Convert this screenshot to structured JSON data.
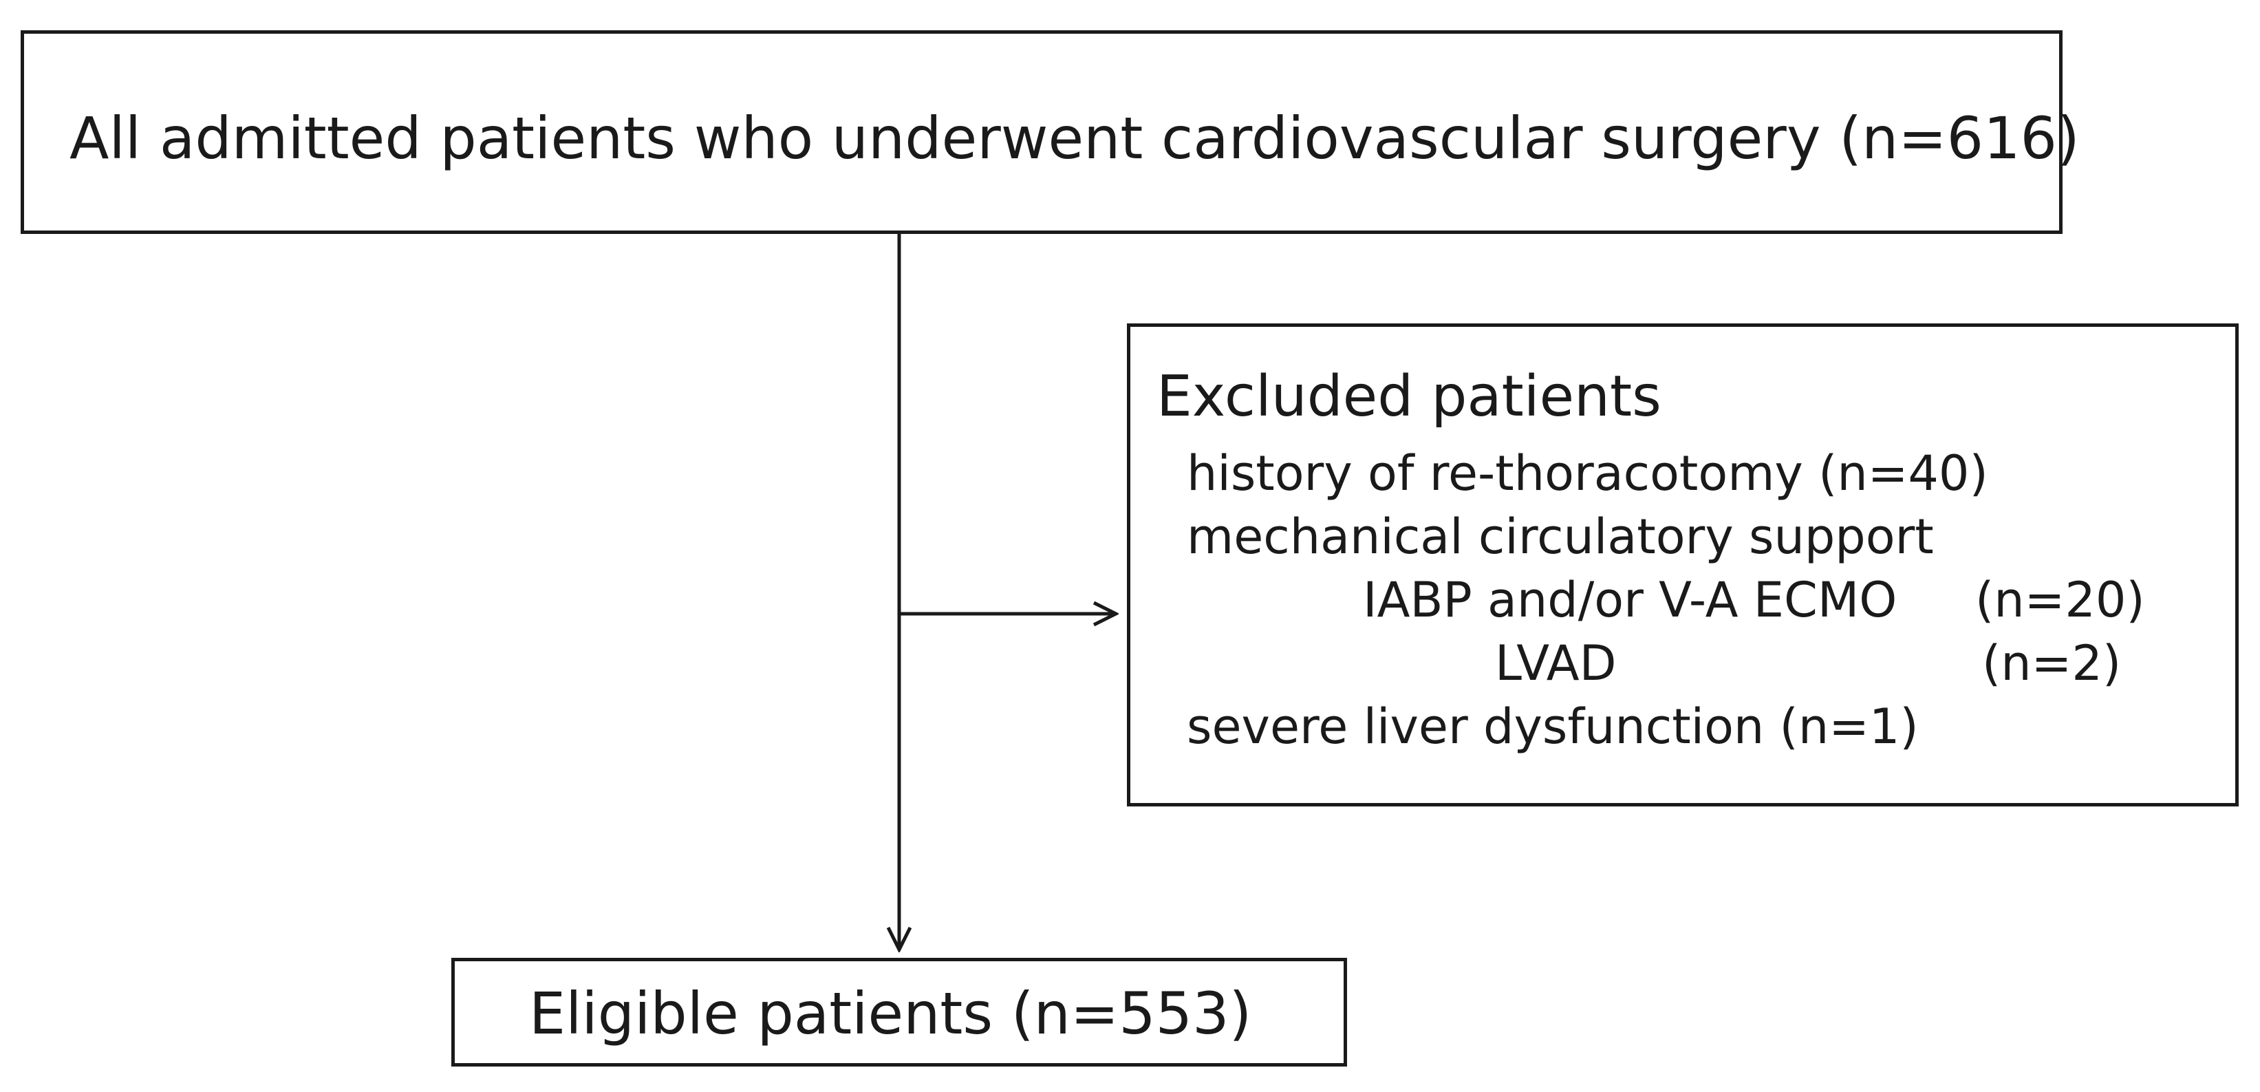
{
  "flowchart": {
    "top_box": {
      "text": "All admitted patients who underwent cardiovascular surgery (n=616)"
    },
    "excluded_box": {
      "title": "Excluded patients",
      "reasons": [
        {
          "label": "history of re-thoracotomy (n=40)"
        },
        {
          "label": "mechanical circulatory support"
        },
        {
          "label": "IABP and/or V-A ECMO",
          "count": "(n=20)"
        },
        {
          "label": "LVAD",
          "count": "(n=2)"
        },
        {
          "label": "severe liver dysfunction (n=1)"
        }
      ]
    },
    "bottom_box": {
      "text": "Eligible patients (n=553)"
    }
  }
}
